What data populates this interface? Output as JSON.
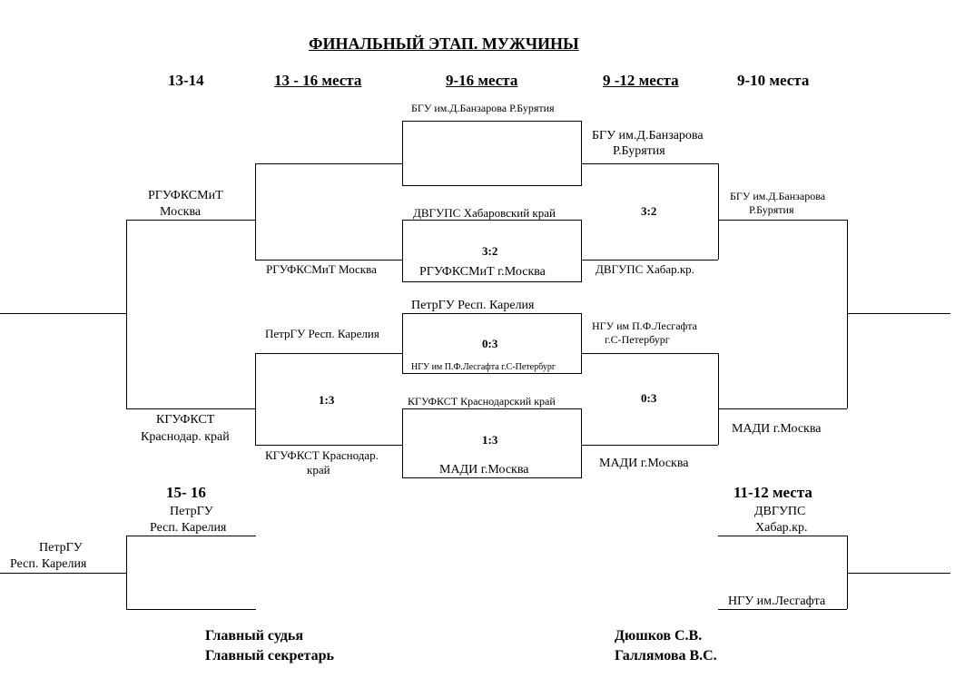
{
  "title": "ФИНАЛЬНЫЙ ЭТАП. МУЖЧИНЫ",
  "column_headers": {
    "h13_14": "13-14",
    "h13_16": "13 - 16 места",
    "h9_16": "9-16 места",
    "h9_12": "9 -12 места",
    "h9_10": "9-10 места"
  },
  "sub_headers": {
    "h15_16": "15- 16",
    "h11_12": "11-12 места"
  },
  "center": {
    "m1_top": "БГУ им.Д.Банзарова Р.Бурятия",
    "m1_bottom": "ДВГУПС Хабаровский край",
    "m2_score": "3:2",
    "m2_bottom": "РГУФКСМиТ г.Москва",
    "m3_top": "ПетрГУ Респ. Карелия",
    "m3_score": "0:3",
    "m3_bottom": "НГУ им П.Ф.Лесгафта г.С-Петербург",
    "m4_top": "КГУФКСТ Краснодарский край",
    "m4_score": "1:3",
    "m4_bottom": "МАДИ г.Москва"
  },
  "left13_16": {
    "top_loser": "РГУФКСМиТ Москва",
    "bottom_top": "ПетрГУ Респ. Карелия",
    "score": "1:3",
    "bottom_loser_line1": "КГУФКСТ Краснодар.",
    "bottom_loser_line2": "край"
  },
  "left13_14": {
    "top_line1": "РГУФКСМиТ",
    "top_line2": "Москва",
    "bottom_line1": "КГУФКСТ",
    "bottom_line2": "Краснодар. край"
  },
  "right9_12": {
    "top_line1": "БГУ им.Д.Банзарова",
    "top_line2": "Р.Бурятия",
    "score_top": "3:2",
    "mid_top": "ДВГУПС Хабар.кр.",
    "mid2_line1": "НГУ им П.Ф.Лесгафта",
    "mid2_line2": "г.С-Петербург",
    "score_bottom": "0:3",
    "bottom": "МАДИ г.Москва"
  },
  "right9_10": {
    "top_line1": "БГУ им.Д.Банзарова",
    "top_line2": "Р.Бурятия",
    "bottom": "МАДИ г.Москва"
  },
  "left15_16": {
    "top_line1": "ПетрГУ",
    "top_line2": "Респ. Карелия",
    "winner_line1": "ПетрГУ",
    "winner_line2": "Респ. Карелия"
  },
  "right11_12": {
    "top_line1": "ДВГУПС",
    "top_line2": "Хабар.кр.",
    "bottom": "НГУ им.Лесгафта"
  },
  "footer": {
    "judge_label": "Главный судья",
    "secretary_label": "Главный секретарь",
    "judge_name": "Дюшков С.В.",
    "secretary_name": "Галлямова В.С."
  }
}
